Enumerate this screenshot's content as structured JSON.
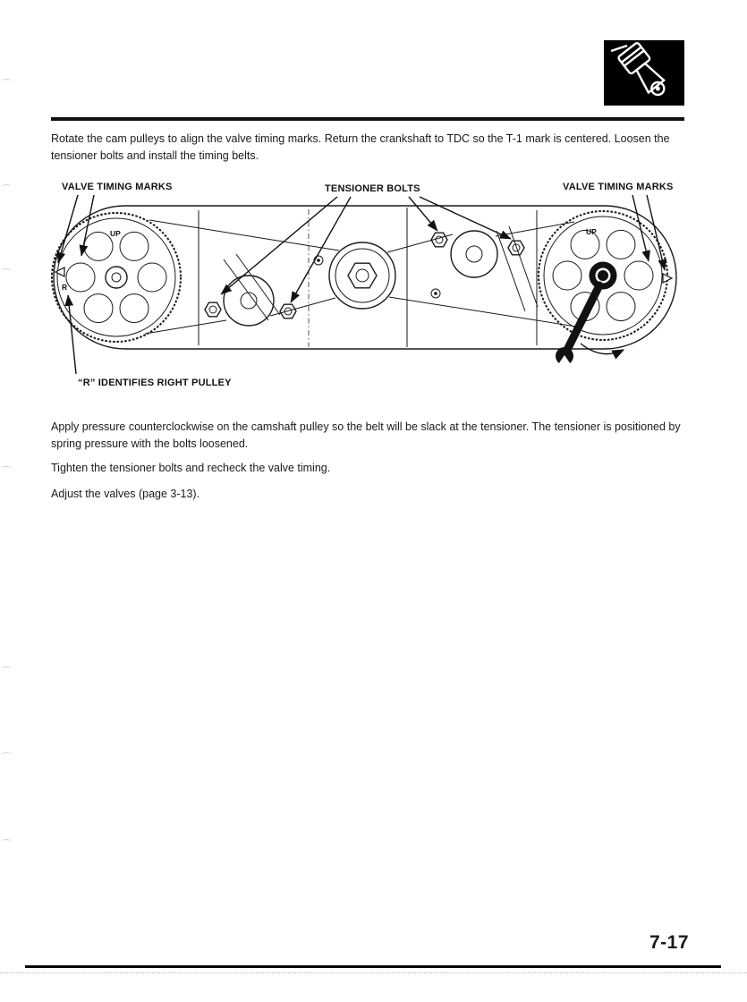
{
  "page": {
    "number": "7-17"
  },
  "header": {
    "icon": "piston-icon"
  },
  "intro": {
    "text": "Rotate the cam pulleys to align the valve timing marks. Return the crankshaft to TDC so the T-1 mark is centered. Loosen the tensioner bolts and install the timing belts."
  },
  "figure": {
    "labels": {
      "valve_left": "VALVE TIMING MARKS",
      "tensioner": "TENSIONER BOLTS",
      "valve_right": "VALVE TIMING MARKS",
      "r_note": "“R” IDENTIFIES RIGHT PULLEY",
      "up_left": "UP",
      "up_right": "UP",
      "r_mark": "R"
    }
  },
  "body": {
    "para1": "Apply pressure counterclockwise on the camshaft pulley so the belt will be slack at the tensioner. The tensioner is positioned by spring pressure with the bolts loosened.",
    "para2": "Tighten the tensioner bolts and recheck the valve timing.",
    "para3": "Adjust the valves (page 3-13)."
  }
}
